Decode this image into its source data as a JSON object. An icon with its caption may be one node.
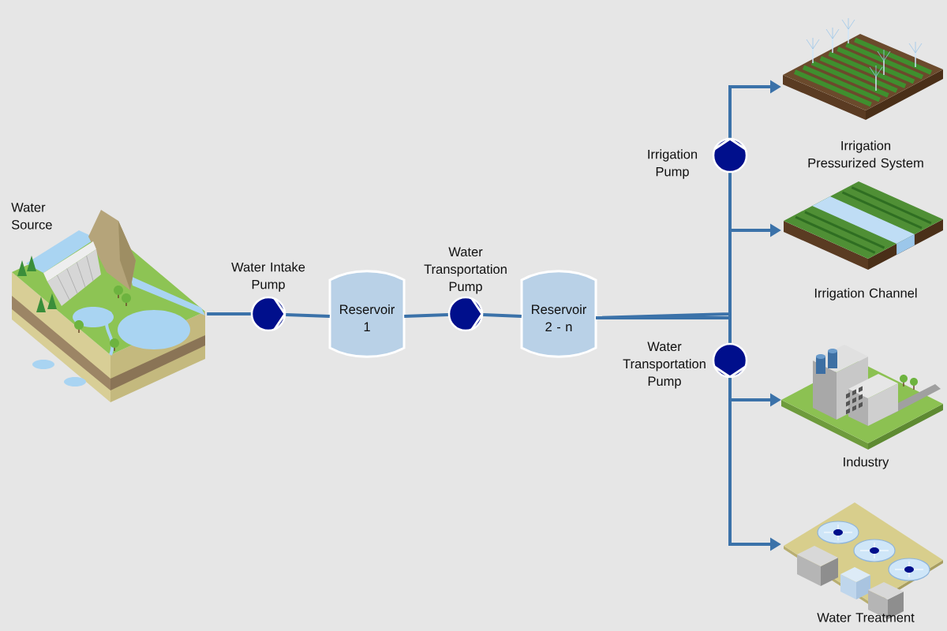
{
  "diagram": {
    "nodes": [
      {
        "text": [
          "Water Source"
        ]
      },
      {
        "text": [],
        "shape": "circle",
        "beside": [
          "Water Intake Pump"
        ]
      },
      {
        "text": [
          "Reservoir 1"
        ]
      },
      {
        "text": [],
        "shape": "circle",
        "beside": [
          "Water Transportation Pump"
        ]
      },
      {
        "text": [
          "Reservoir 2 - n"
        ]
      },
      {
        "text": [],
        "shape": "circle",
        "beside": [
          "Irrigation Pump"
        ]
      },
      {
        "text": [],
        "shape": "circle",
        "beside": [
          "Water Transportation Pump"
        ]
      },
      {
        "text": [
          "Irrigation Pressurized System"
        ]
      },
      {
        "text": [
          "Irrigation Channel"
        ]
      },
      {
        "text": [
          "Industry"
        ]
      },
      {
        "text": [
          "Water Treatment"
        ]
      }
    ],
    "edges": [
      {
        "from": 0,
        "to": 1,
        "arrow": "none"
      },
      {
        "from": 1,
        "to": 2,
        "arrow": "none"
      },
      {
        "from": 2,
        "to": 3,
        "arrow": "none"
      },
      {
        "from": 3,
        "to": 4,
        "arrow": "none"
      },
      {
        "from": 4,
        "to": 5,
        "arrow": "none"
      },
      {
        "from": 5,
        "to": 7,
        "arrow": "to"
      },
      {
        "from": 4,
        "to": 8,
        "arrow": "to"
      },
      {
        "from": 4,
        "to": 6,
        "arrow": "none"
      },
      {
        "from": 6,
        "to": 9,
        "arrow": "to"
      },
      {
        "from": 6,
        "to": 10,
        "arrow": "to"
      }
    ]
  }
}
